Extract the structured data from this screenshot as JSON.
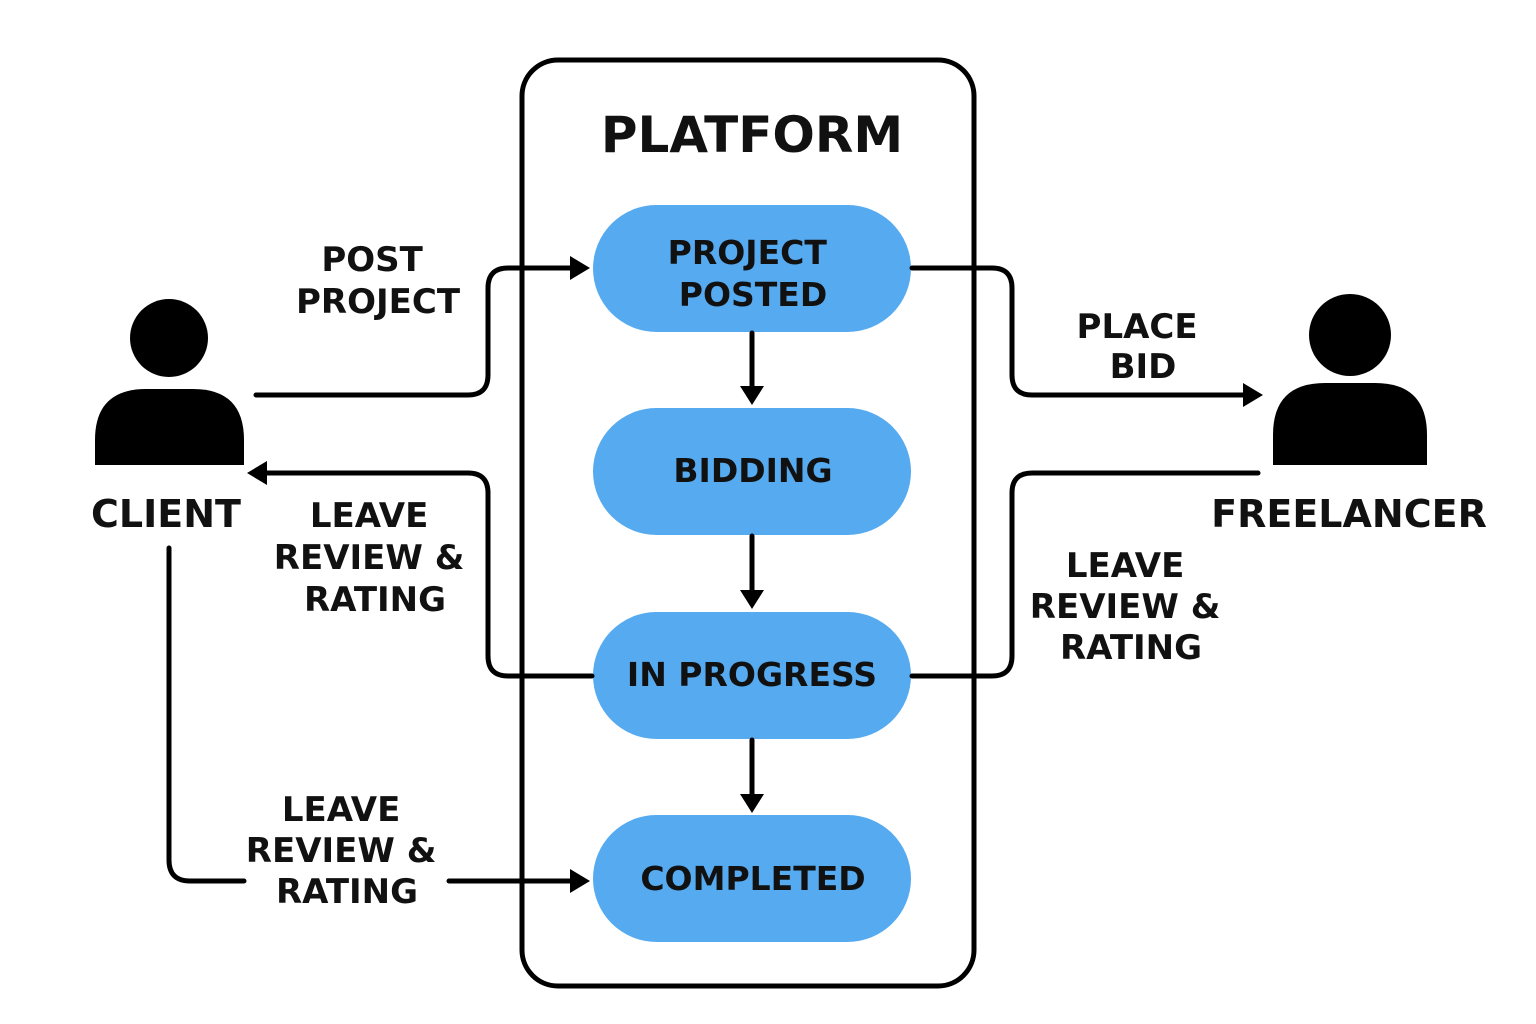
{
  "platform": {
    "title": "PLATFORM"
  },
  "states": [
    {
      "id": "posted",
      "lines": [
        "PROJECT",
        "POSTED"
      ]
    },
    {
      "id": "bidding",
      "lines": [
        "BIDDING"
      ]
    },
    {
      "id": "progress",
      "lines": [
        "IN PROGRESS"
      ]
    },
    {
      "id": "completed",
      "lines": [
        "COMPLETED"
      ]
    }
  ],
  "actors": {
    "client": {
      "label": "CLIENT"
    },
    "freelancer": {
      "label": "FREELANCER"
    }
  },
  "edges": {
    "post_project": [
      "POST",
      "PROJECT"
    ],
    "place_bid": [
      "PLACE",
      "BID"
    ],
    "client_review_mid": [
      "LEAVE",
      "REVIEW &",
      "RATING"
    ],
    "freelancer_review": [
      "LEAVE",
      "REVIEW &",
      "RATING"
    ],
    "client_review_bottom": [
      "LEAVE",
      "REVIEW &",
      "RATING"
    ]
  },
  "colors": {
    "state_fill": "#55aaf0",
    "line": "#000000",
    "text": "#111111",
    "background": "#ffffff"
  }
}
